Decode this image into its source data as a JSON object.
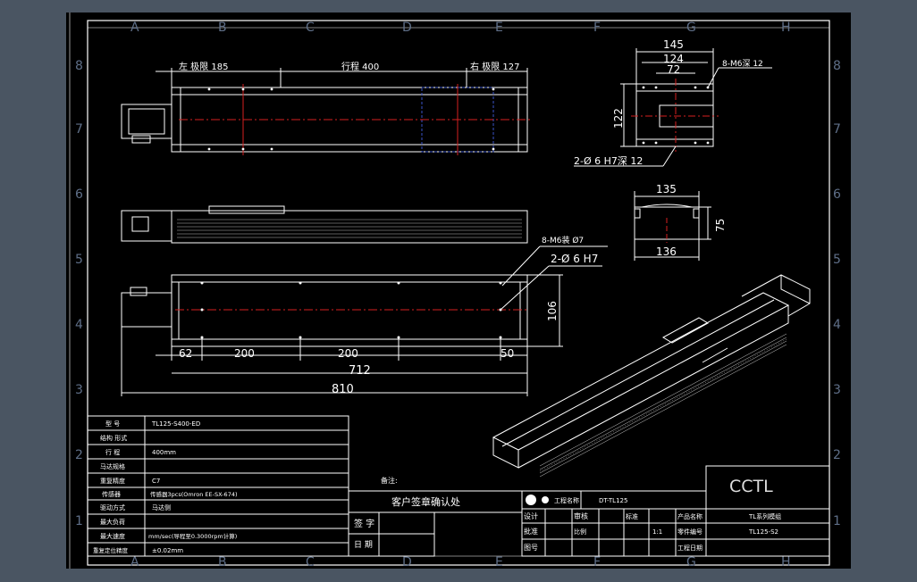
{
  "grid": {
    "cols": [
      "A",
      "B",
      "C",
      "D",
      "E",
      "F",
      "G",
      "H"
    ],
    "rows": [
      "8",
      "7",
      "6",
      "5",
      "4",
      "3",
      "2",
      "1"
    ]
  },
  "top_view": {
    "left_limit": "左 极限 185",
    "stroke": "行程 400",
    "right_limit": "右 极限 127"
  },
  "end_view": {
    "dim_145": "145",
    "dim_124": "124",
    "dim_72": "72",
    "dim_122": "122",
    "holes_label": "8-M6深 12",
    "pin_label": "2-Ø 6 H7深 12"
  },
  "section_view": {
    "dim_135": "135",
    "dim_136": "136",
    "dim_75": "75"
  },
  "bottom_view": {
    "holes_label": "8-M6装 Ø7",
    "pin_label": "2-Ø 6 H7",
    "dim_106": "106",
    "dim_62": "62",
    "dim_200a": "200",
    "dim_200b": "200",
    "dim_50": "50",
    "dim_712": "712",
    "dim_810": "810"
  },
  "spec_table": {
    "rows": [
      {
        "label": "型 号",
        "value": "TL125-S400-ED"
      },
      {
        "label": "结构 形式",
        "value": ""
      },
      {
        "label": "行 程",
        "value": "400mm"
      },
      {
        "label": "马达规格",
        "value": ""
      },
      {
        "label": "重复精度",
        "value": "C7"
      },
      {
        "label": "传感器",
        "value": "传感器3pcs(Omron EE-SX-674)"
      },
      {
        "label": "驱动方式",
        "value": "马达侧"
      },
      {
        "label": "最大负荷",
        "value": ""
      },
      {
        "label": "最大速度",
        "value": "mm/sec(导程至0.3000rpm计算)"
      },
      {
        "label": "重复定位精度",
        "value": "±0.02mm"
      }
    ]
  },
  "sign_block": {
    "note_label": "备注:",
    "customer_confirm": "客户签章确认处",
    "sign_label": "签 字",
    "date_label": "日 期"
  },
  "title_block": {
    "logo_text": "CCTL",
    "project_label": "工程名称",
    "drawing_no": "DT-TL125",
    "designer_label": "设计",
    "checker_label": "审核",
    "approve_label": "批准",
    "scale_label": "比例",
    "scale_value": "1:1",
    "product_label": "产品名称",
    "product_name": "TL系列模组",
    "part_label": "零件编号",
    "part_no": "TL125-S2",
    "ref_label": "图号",
    "ref_value": "",
    "date_label": "工程日期",
    "standard_label": "标准"
  }
}
